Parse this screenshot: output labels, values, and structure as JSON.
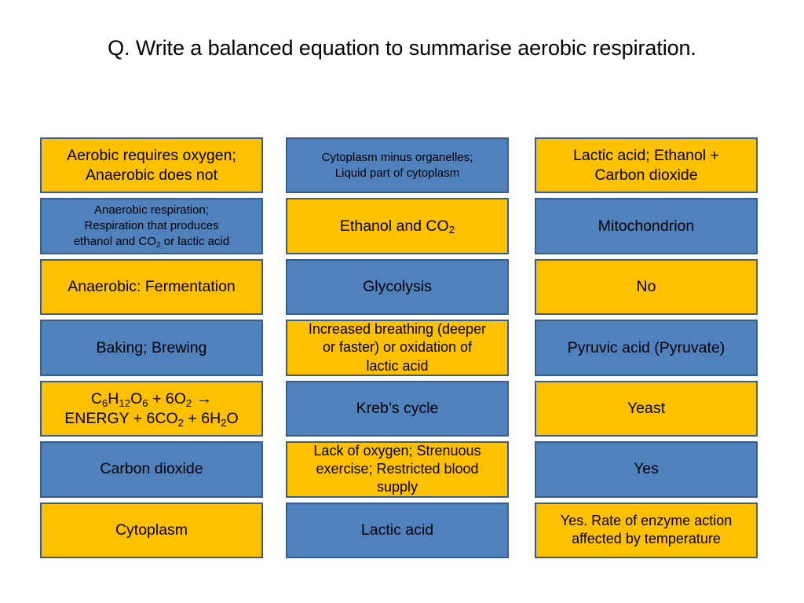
{
  "slide": {
    "title": "Q. Write a balanced equation to summarise aerobic respiration."
  },
  "colors": {
    "yellow": "#FFC000",
    "blue": "#4F81BD",
    "border": "#385D8A",
    "text": "#000000",
    "background": "#FFFFFF"
  },
  "columns": [
    {
      "name": "column-1",
      "cards": [
        {
          "text": "Aerobic requires oxygen;\nAnaerobic does not",
          "color": "yellow",
          "size": "lg",
          "lines": 2
        },
        {
          "text": "Anaerobic respiration;\nRespiration that produces\nethanol and CO2 or lactic acid",
          "html": "Anaerobic respiration;<br>Respiration that produces<br>ethanol and CO<sub>2</sub> or lactic acid",
          "color": "blue",
          "size": "sm",
          "lines": 3
        },
        {
          "text": "Anaerobic: Fermentation",
          "color": "yellow",
          "size": "lg",
          "lines": 1
        },
        {
          "text": "Baking; Brewing",
          "color": "blue",
          "size": "lg",
          "lines": 1
        },
        {
          "text": "C6H12O6 + 6O2 →\nENERGY + 6CO2 + 6H2O",
          "html": "C<sub>6</sub>H<sub>12</sub>O<sub>6</sub> + 6O<sub>2</sub> <span class=\"arrow-glyph\">→</span><br>ENERGY + 6CO<sub>2</sub> + 6H<sub>2</sub>O",
          "color": "yellow",
          "size": "lg",
          "lines": 2
        },
        {
          "text": "Carbon dioxide",
          "color": "blue",
          "size": "lg",
          "lines": 1
        },
        {
          "text": "Cytoplasm",
          "color": "yellow",
          "size": "lg",
          "lines": 1
        }
      ]
    },
    {
      "name": "column-2",
      "cards": [
        {
          "text": "Cytoplasm minus organelles;\nLiquid part of cytoplasm",
          "color": "blue",
          "size": "sm",
          "lines": 2
        },
        {
          "text": "Ethanol and CO2",
          "html": "Ethanol and CO<sub>2</sub>",
          "color": "yellow",
          "size": "lg",
          "lines": 1
        },
        {
          "text": "Glycolysis",
          "color": "blue",
          "size": "lg",
          "lines": 1
        },
        {
          "text": "Increased breathing (deeper\nor faster) or oxidation of\nlactic acid",
          "color": "yellow",
          "size": "md",
          "lines": 3
        },
        {
          "text": "Kreb’s cycle",
          "color": "blue",
          "size": "lg",
          "lines": 1
        },
        {
          "text": "Lack of oxygen; Strenuous\nexercise; Restricted blood\nsupply",
          "color": "yellow",
          "size": "md",
          "lines": 3
        },
        {
          "text": "Lactic acid",
          "color": "blue",
          "size": "lg",
          "lines": 1
        }
      ]
    },
    {
      "name": "column-3",
      "cards": [
        {
          "text": "Lactic acid; Ethanol +\nCarbon dioxide",
          "color": "yellow",
          "size": "lg",
          "lines": 2
        },
        {
          "text": "Mitochondrion",
          "color": "blue",
          "size": "lg",
          "lines": 1
        },
        {
          "text": "No",
          "color": "yellow",
          "size": "lg",
          "lines": 1
        },
        {
          "text": "Pyruvic acid (Pyruvate)",
          "color": "blue",
          "size": "lg",
          "lines": 1
        },
        {
          "text": "Yeast",
          "color": "yellow",
          "size": "lg",
          "lines": 1
        },
        {
          "text": "Yes",
          "color": "blue",
          "size": "lg",
          "lines": 1
        },
        {
          "text": "Yes. Rate of enzyme action\naffected by temperature",
          "color": "yellow",
          "size": "md",
          "lines": 2
        }
      ]
    }
  ]
}
